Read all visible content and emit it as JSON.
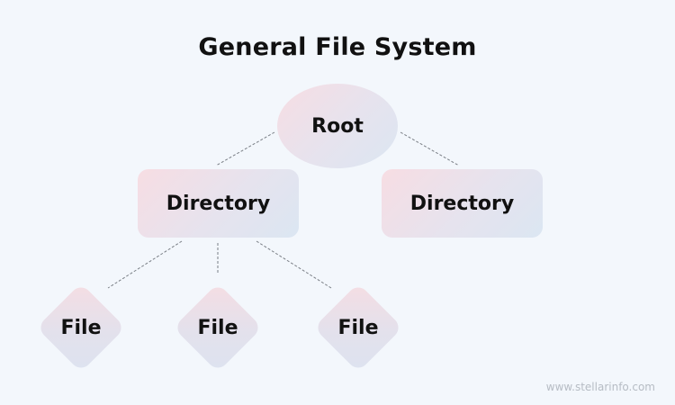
{
  "diagram": {
    "title": "General File System",
    "root": {
      "label": "Root"
    },
    "directories": [
      {
        "label": "Directory",
        "children": [
          {
            "label": "File"
          },
          {
            "label": "File"
          },
          {
            "label": "File"
          }
        ]
      },
      {
        "label": "Directory",
        "children": []
      }
    ],
    "edges": [
      {
        "from": "Root",
        "to": "Directory (left)"
      },
      {
        "from": "Root",
        "to": "Directory (right)"
      },
      {
        "from": "Directory (left)",
        "to": "File 1"
      },
      {
        "from": "Directory (left)",
        "to": "File 2"
      },
      {
        "from": "Directory (left)",
        "to": "File 3"
      }
    ],
    "line_style": "dashed",
    "line_color": "#7a7f86"
  },
  "watermark": "www.stellarinfo.com"
}
